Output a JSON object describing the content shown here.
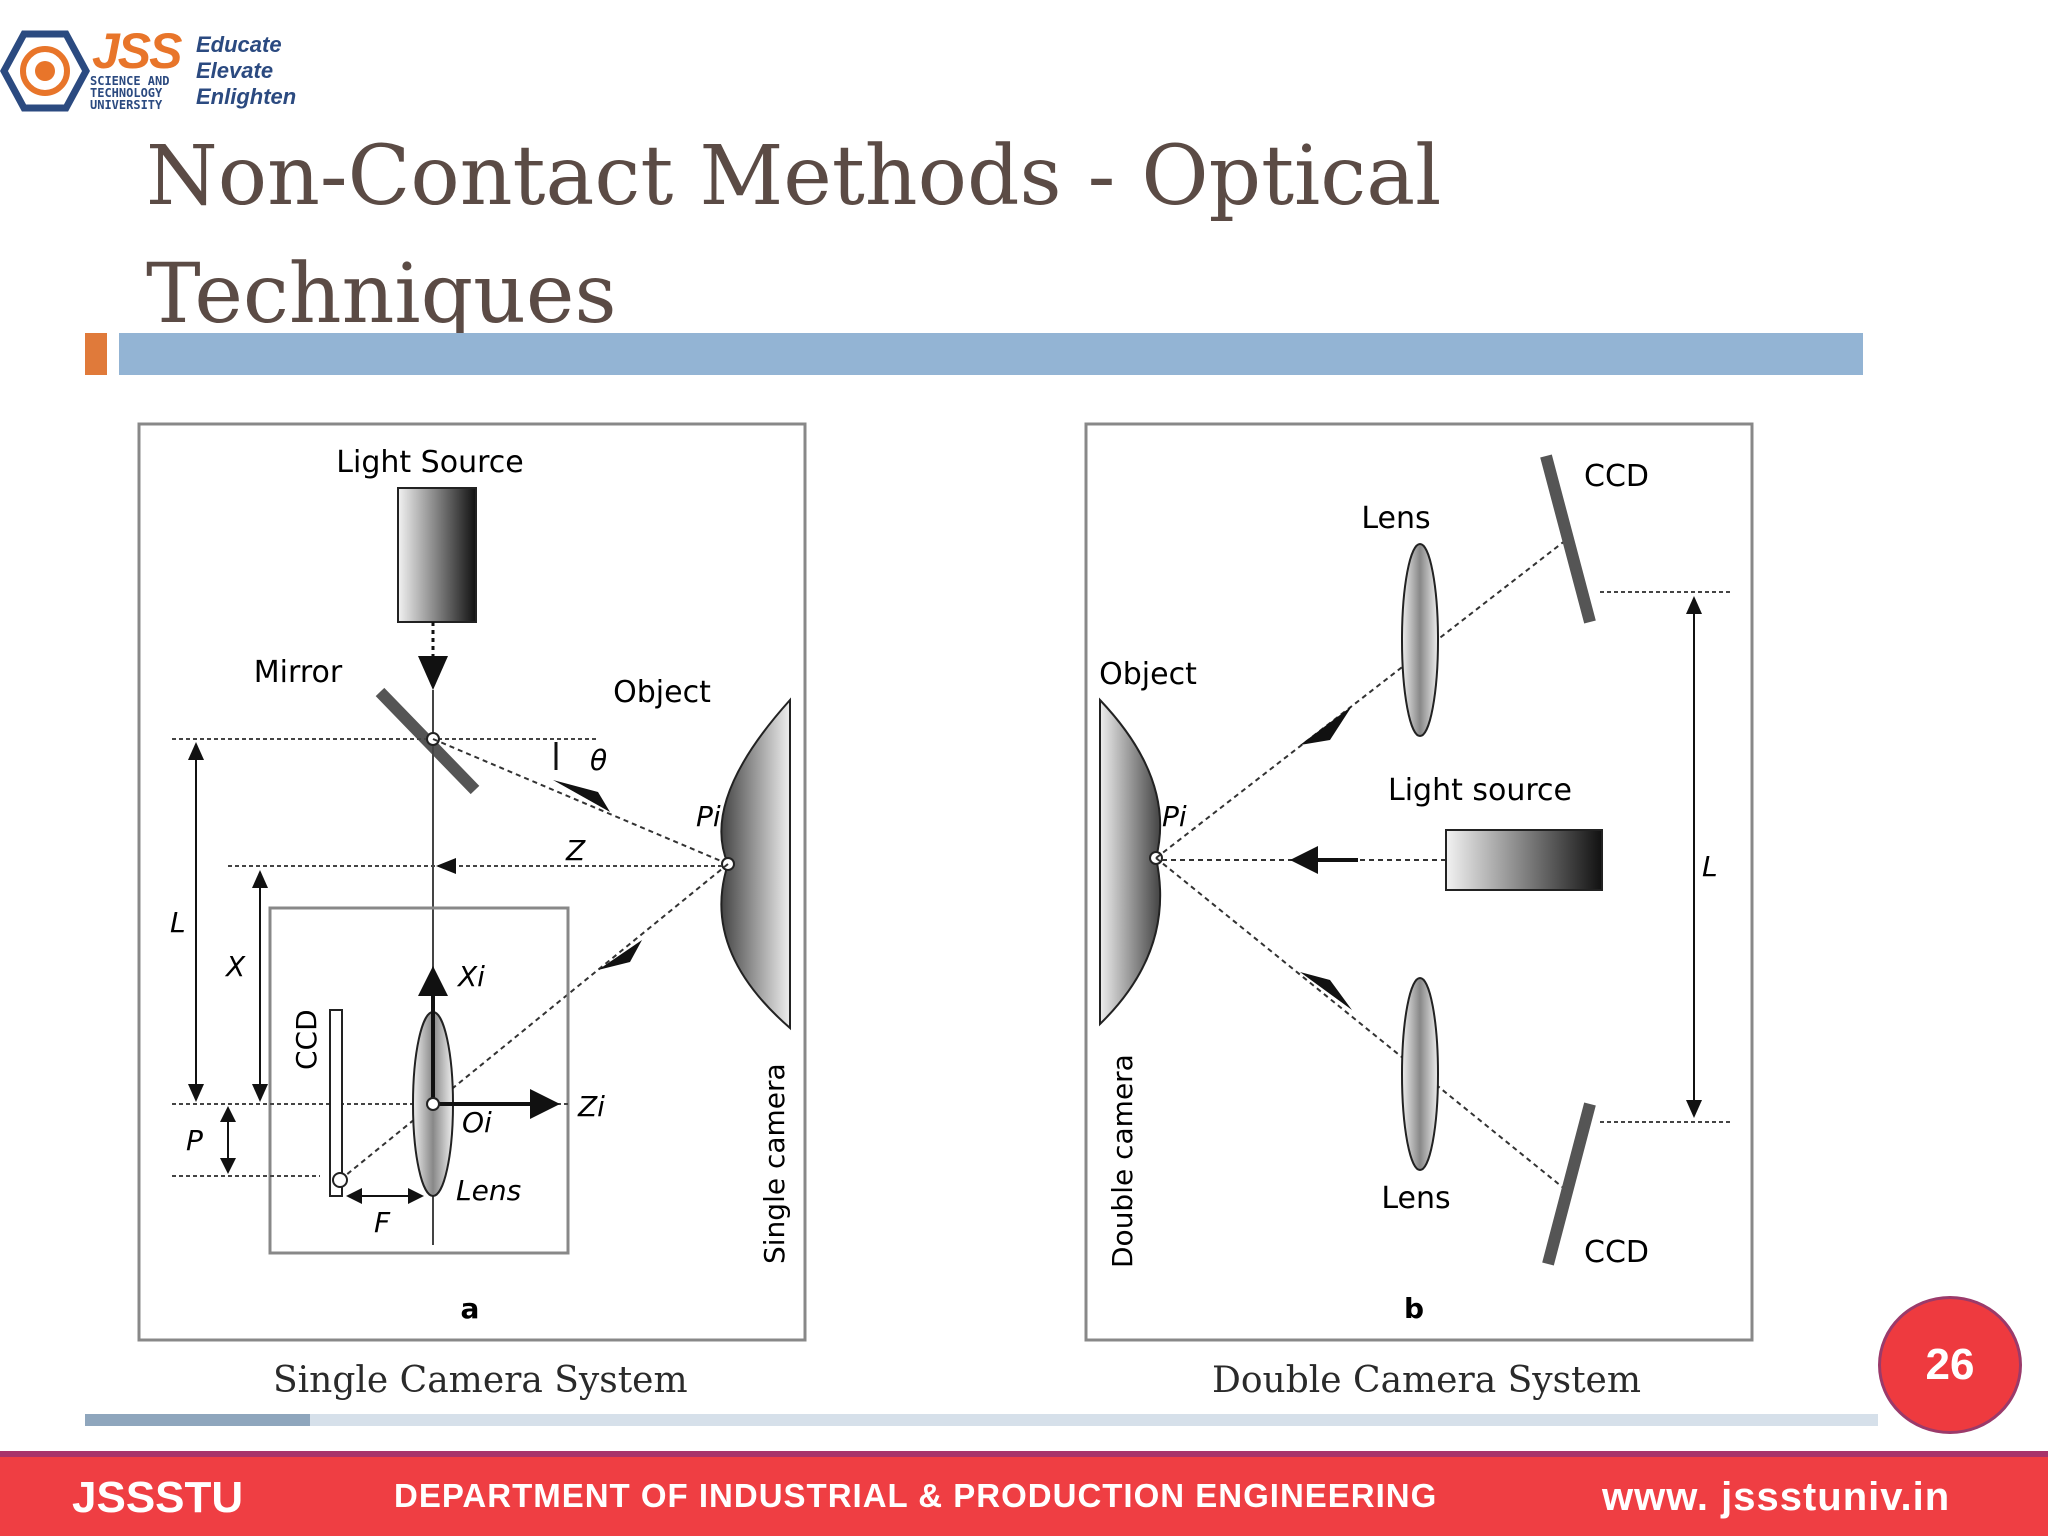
{
  "logo": {
    "brand": "JSS",
    "sub1": "SCIENCE AND",
    "sub2": "TECHNOLOGY",
    "sub3": "UNIVERSITY",
    "tag1": "Educate",
    "tag2": "Elevate",
    "tag3": "Enlighten"
  },
  "slide": {
    "title_line1": "Non-Contact Methods - Optical",
    "title_line2": "Techniques",
    "page_number": "26"
  },
  "diagram_a": {
    "light_source": "Light Source",
    "mirror": "Mirror",
    "object": "Object",
    "theta": "θ",
    "pi": "Pi",
    "z": "Z",
    "l": "L",
    "x": "X",
    "xi": "Xi",
    "ccd": "CCD",
    "zi": "Zi",
    "oi": "Oi",
    "p": "P",
    "lens": "Lens",
    "f": "F",
    "vertical_label": "Single camera",
    "letter": "a",
    "caption": "Single Camera System"
  },
  "diagram_b": {
    "ccd_top": "CCD",
    "lens_top": "Lens",
    "object": "Object",
    "light_source": "Light source",
    "pi": "Pi",
    "l": "L",
    "lens_bottom": "Lens",
    "ccd_bottom": "CCD",
    "vertical_label": "Double camera",
    "letter": "b",
    "caption": "Double Camera System"
  },
  "footer": {
    "left": "JSSSTU",
    "middle": "DEPARTMENT OF INDUSTRIAL & PRODUCTION ENGINEERING",
    "right": "www. jssstuniv.in"
  }
}
